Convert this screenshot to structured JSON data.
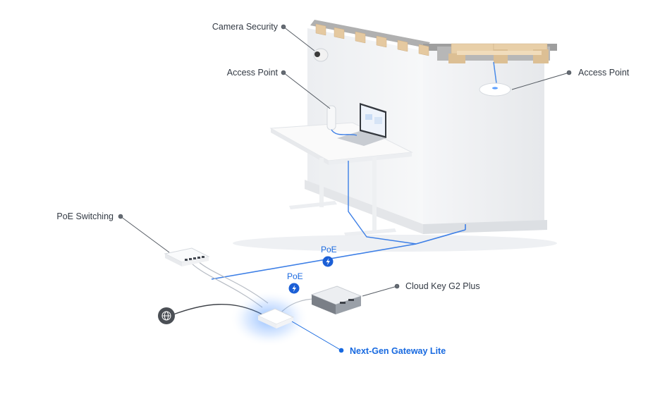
{
  "labels": {
    "camera_security": "Camera Security",
    "access_point_desk": "Access Point",
    "access_point_ceiling": "Access Point",
    "poe_switching": "PoE Switching",
    "cloud_key": "Cloud Key G2 Plus",
    "gateway": "Next-Gen Gateway Lite"
  },
  "badges": {
    "poe_upper": "PoE",
    "poe_lower": "PoE"
  },
  "icons": {
    "globe": "globe-icon",
    "lightning": "lightning-icon",
    "leader_dot": "leader-dot-icon"
  },
  "colors": {
    "accent": "#1769e0",
    "cable_blue": "#3d7fe6",
    "label_text": "#333a44",
    "wall": "#f3f4f6",
    "wood": "#e8cfa8",
    "insulation": "#a8a8a8",
    "globe_bg": "#4b4f55"
  }
}
